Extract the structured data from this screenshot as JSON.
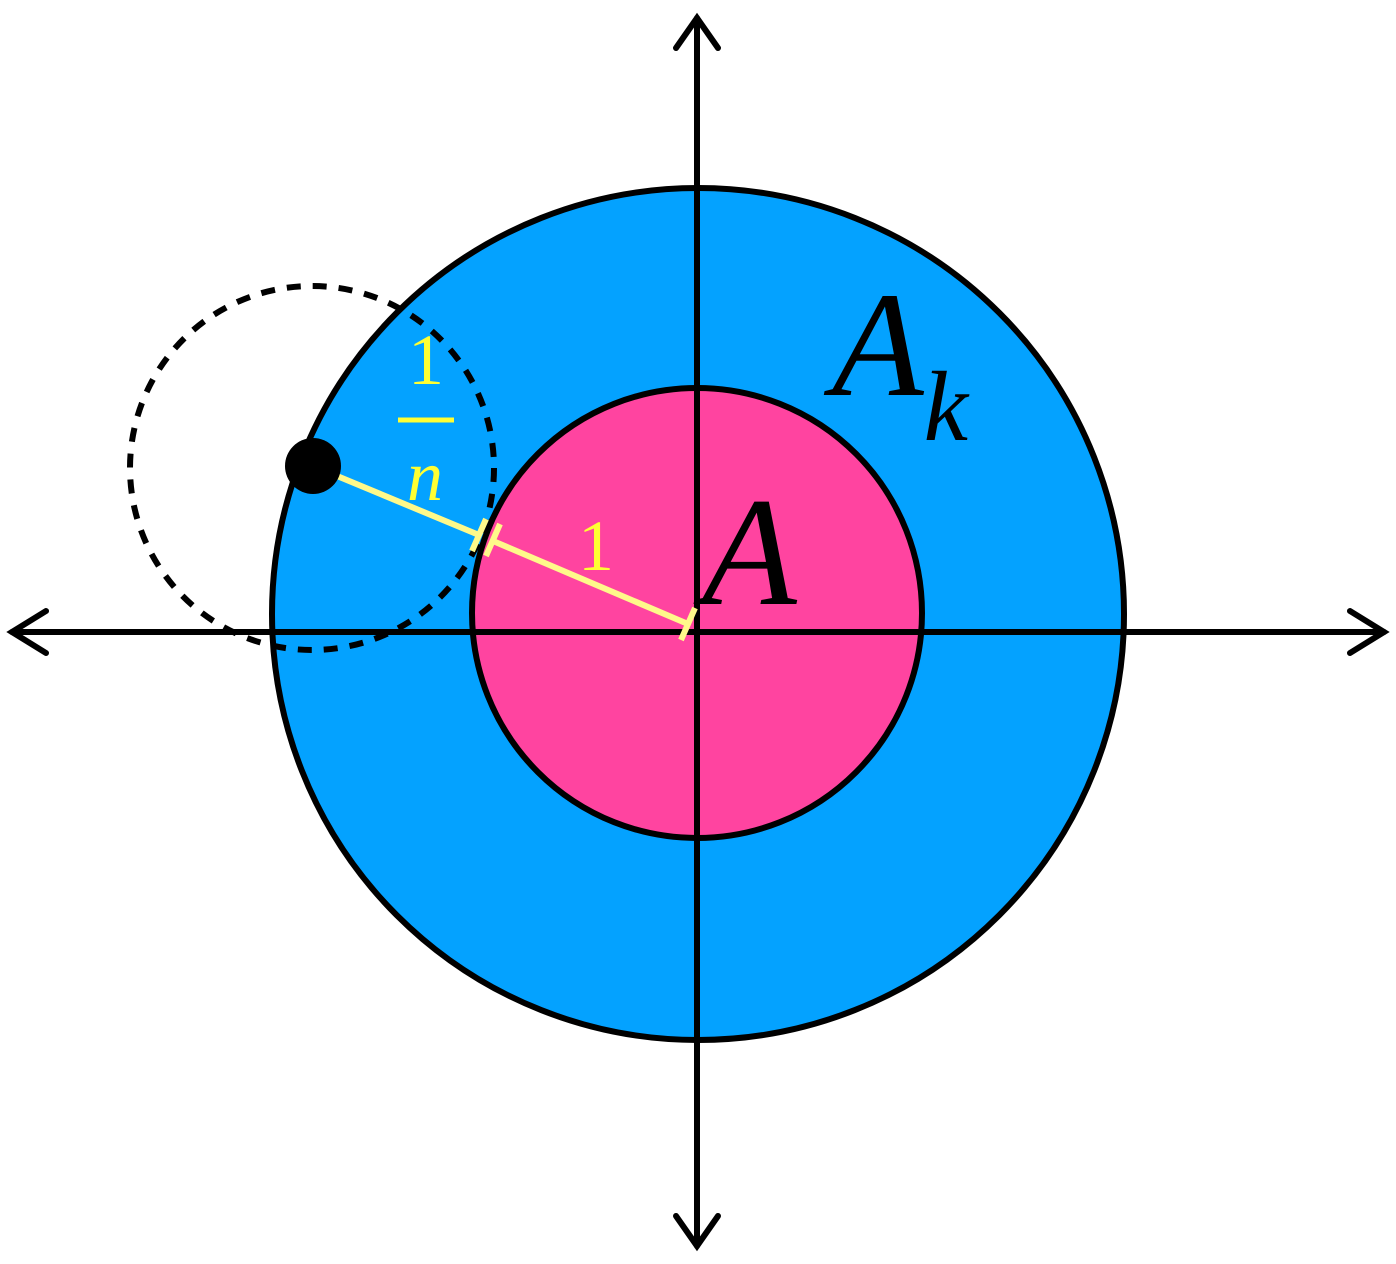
{
  "labels": {
    "outer_set": "A",
    "outer_subscript": "k",
    "inner_set": "A",
    "inner_radius": "1",
    "fraction_numerator": "1",
    "fraction_denominator": "n"
  },
  "colors": {
    "outer_fill": "#04A2FF",
    "inner_fill": "#FF44A0",
    "radius_line": "#FFF98A",
    "radius_text": "#FFFF33",
    "stroke": "#000000"
  }
}
